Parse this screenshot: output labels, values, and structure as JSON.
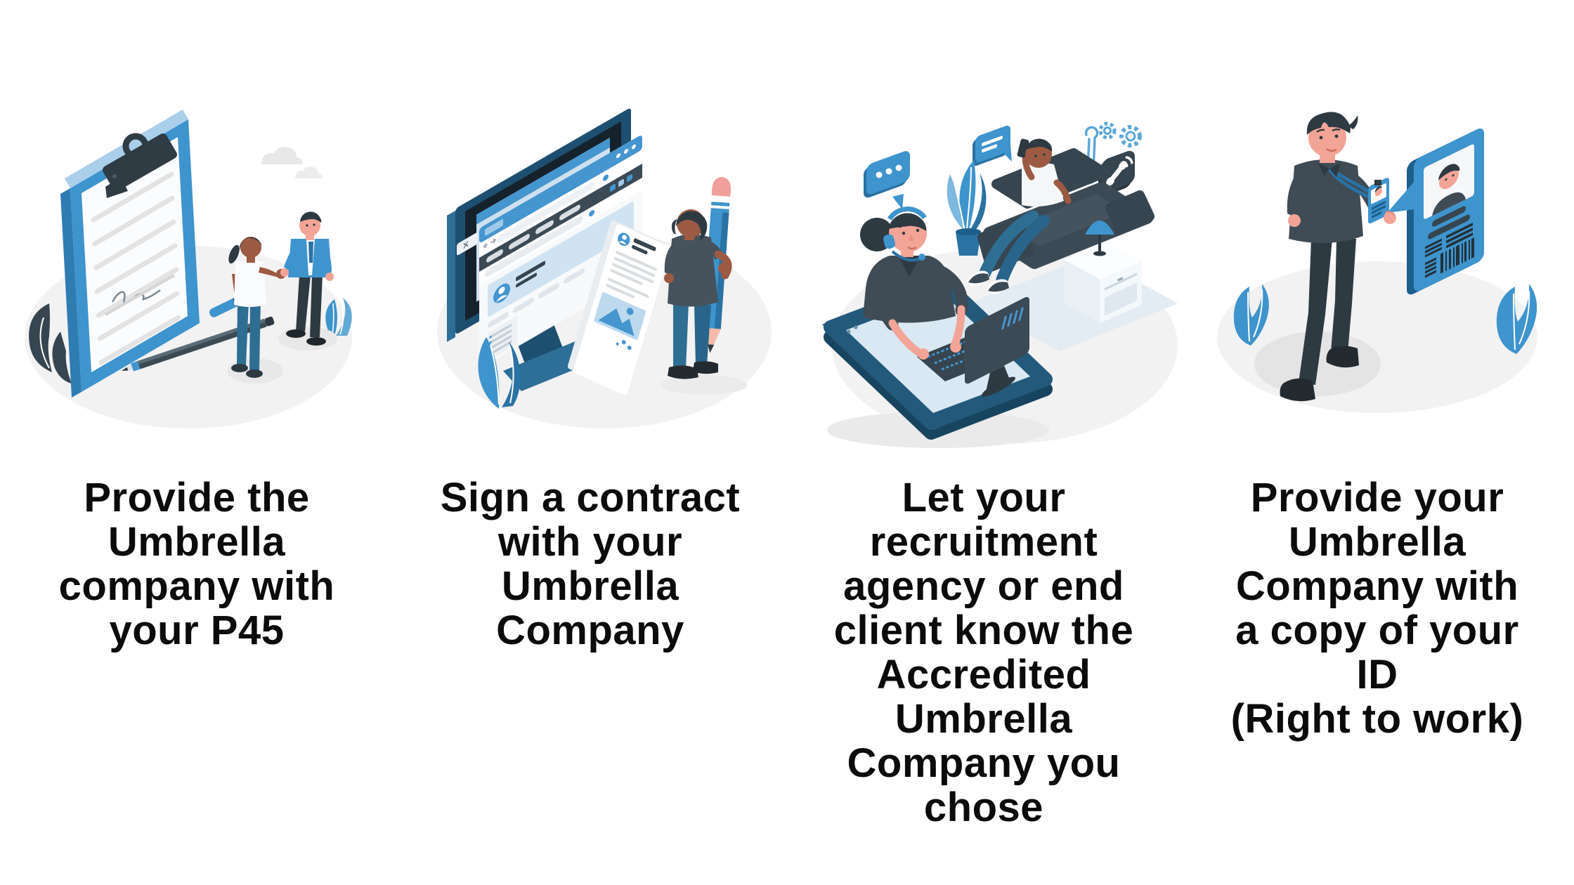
{
  "page": {
    "background": "#ffffff",
    "type": "four-step process infographic"
  },
  "palette": {
    "primary_blue": "#3e94cd",
    "dark_blue": "#2a72a3",
    "navy": "#235a7c",
    "slate": "#37474f",
    "skin_light": "#f2a496",
    "skin_dark": "#9c5a42",
    "jeans_teal": "#2e6e93",
    "ground_gray": "#f2f2f2",
    "text": "#0b0b0b"
  },
  "steps": [
    {
      "id": 1,
      "illustration": "clipboard-p45-handshake",
      "caption_lines": [
        "Provide the",
        "Umbrella",
        "company with",
        "your P45"
      ]
    },
    {
      "id": 2,
      "illustration": "sign-contract-monitor-pencil",
      "caption_lines": [
        "Sign a contract",
        "with your",
        "Umbrella",
        "Company"
      ]
    },
    {
      "id": 3,
      "illustration": "recruitment-agency-support-call",
      "icons": [
        "chat-dots",
        "chat-lines",
        "gear",
        "gear",
        "wrench",
        "phone-call"
      ],
      "caption_lines": [
        "Let your",
        "recruitment",
        "agency or end",
        "client know the",
        "Accredited",
        "Umbrella",
        "Company you",
        "chose"
      ]
    },
    {
      "id": 4,
      "illustration": "id-card-right-to-work",
      "caption_lines": [
        "Provide your",
        "Umbrella",
        "Company with",
        "a copy of your",
        "ID",
        "(Right to work)"
      ]
    }
  ]
}
